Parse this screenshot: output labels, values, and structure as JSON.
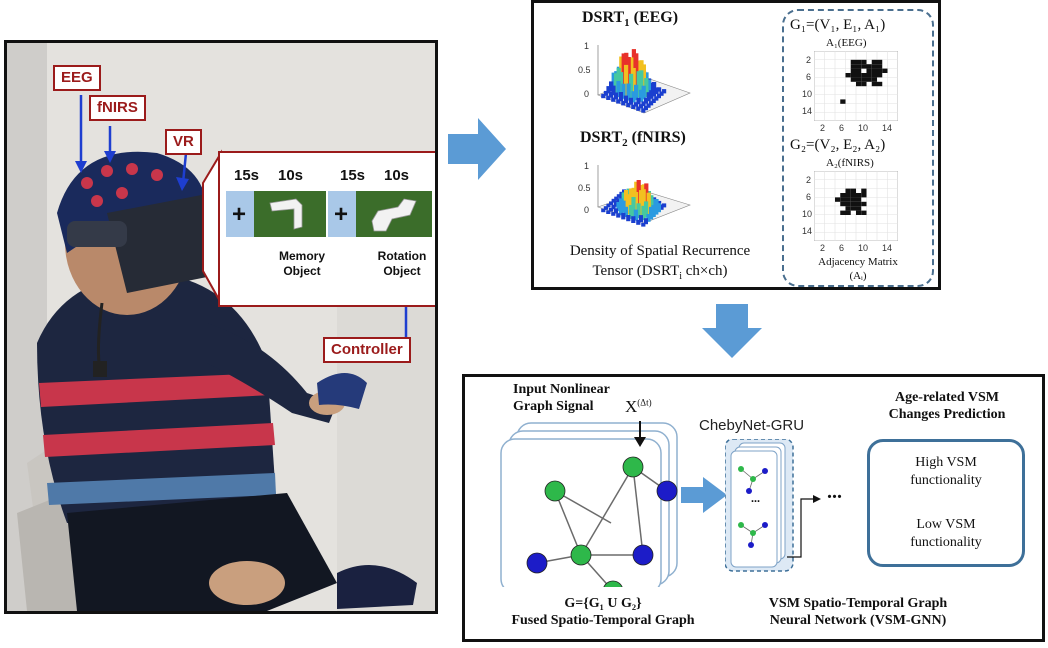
{
  "photo": {
    "tags": {
      "eeg": "EEG",
      "fnirs": "fNIRS",
      "vr": "VR",
      "controller": "Controller"
    },
    "stimulus": {
      "t1": "15s",
      "t2": "10s",
      "t3": "15s",
      "t4": "10s",
      "memory_line1": "Memory",
      "memory_line2": "Object",
      "rotation_line1": "Rotation",
      "rotation_line2": "Object"
    }
  },
  "dsrt": {
    "eeg_title_main": "DSRT",
    "eeg_title_sub": "1",
    "eeg_title_tail": " (EEG)",
    "fnirs_title_main": "DSRT",
    "fnirs_title_sub": "2",
    "fnirs_title_tail": " (fNIRS)",
    "zticks": [
      "1",
      "0.5",
      "0"
    ],
    "caption_line1": "Density of Spatial Recurrence",
    "caption_line2": "Tensor (DSRT",
    "caption_sub": "i",
    "caption_tail": " ch×ch)"
  },
  "graphs": {
    "g1_eq": "G₁=(V₁, E₁, A₁)",
    "a1_label": "A₁(EEG)",
    "g2_eq": "G₂=(V₂, E₂, A₂)",
    "a2_label": "A₂(fNIRS)",
    "yticks": [
      "2",
      "6",
      "10",
      "14"
    ],
    "xticks": [
      "2",
      "6",
      "10",
      "14"
    ],
    "adj_caption_line1": "Adjacency Matrix",
    "adj_caption_line2": "(Aᵢ)"
  },
  "gnn": {
    "input_line1": "Input Nonlinear",
    "input_line2": "Graph Signal",
    "signal_symbol": "X",
    "signal_sup": "(Δt)",
    "chebynet": "ChebyNet-GRU",
    "ellipsis": "...",
    "prediction_title_line1": "Age-related VSM",
    "prediction_title_line2": "Changes Prediction",
    "high_line1": "High VSM",
    "high_line2": "functionality",
    "low_line1": "Low VSM",
    "low_line2": "functionality",
    "fused_eq": "G={G₁ U G₂}",
    "fused_label": "Fused Spatio-Temporal Graph",
    "network_line1": "VSM Spatio-Temporal Graph",
    "network_line2": "Neural Network  (VSM-GNN)"
  },
  "colors": {
    "arrow": "#5b9bd5",
    "tag_border": "#9b1b1b",
    "node_green": "#2eb84a",
    "node_blue": "#1c1cc8",
    "frame_blue": "#3e7099"
  }
}
